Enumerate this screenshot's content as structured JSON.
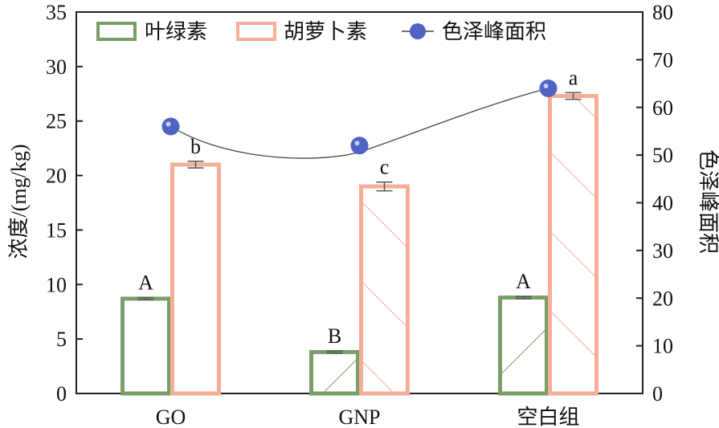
{
  "chart_data": {
    "type": "bar",
    "categories": [
      "GO",
      "GNP",
      "空白组"
    ],
    "series": [
      {
        "name": "叶绿素",
        "values": [
          8.7,
          3.8,
          8.8
        ],
        "errors": [
          0.1,
          0.1,
          0.1
        ],
        "letters": [
          "A",
          "B",
          "A"
        ],
        "color": "#7a9e6a",
        "hatched": [
          false,
          true,
          true
        ]
      },
      {
        "name": "胡萝卜素",
        "values": [
          21.0,
          19.0,
          27.3
        ],
        "errors": [
          0.3,
          0.4,
          0.3
        ],
        "letters": [
          "b",
          "c",
          "a"
        ],
        "color": "#f6ae98",
        "hatched": [
          false,
          true,
          true
        ]
      },
      {
        "name": "色泽峰面积",
        "axis": "right",
        "type": "scatter",
        "values": [
          56,
          52,
          64
        ],
        "color": "#4f63c4"
      }
    ],
    "ylabel": "浓度/(mg/kg)",
    "ylabel_right": "色泽峰面积",
    "ylim": [
      0,
      35
    ],
    "ylim_right": [
      0,
      80
    ],
    "yticks": [
      "0",
      "5",
      "10",
      "15",
      "20",
      "25",
      "30",
      "35"
    ],
    "yticks_right": [
      "0",
      "10",
      "20",
      "30",
      "40",
      "50",
      "60",
      "70",
      "80"
    ],
    "trend_curve": true,
    "legend_position": "top"
  }
}
